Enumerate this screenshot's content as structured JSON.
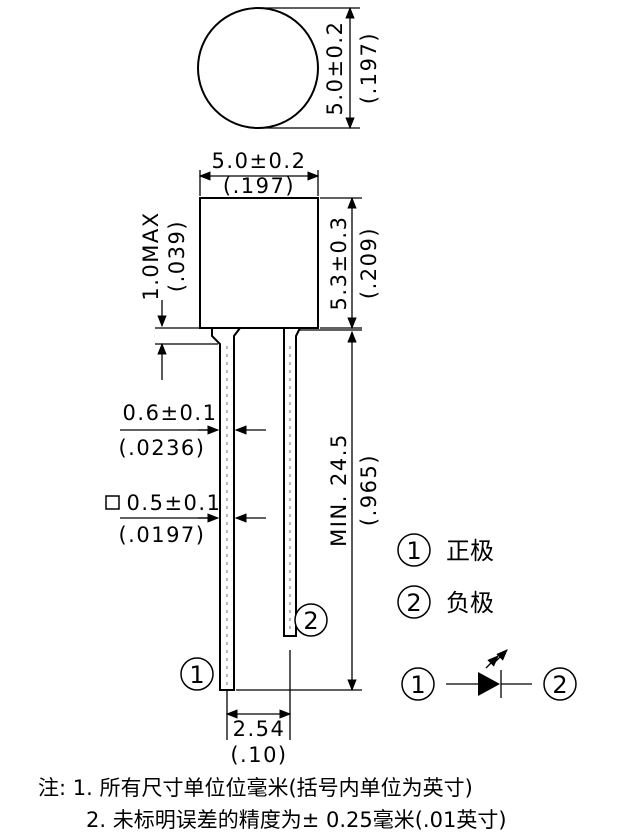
{
  "dimensions": {
    "top_diameter": "5.0±0.2",
    "top_diameter_inch": "(.197)",
    "body_width": "5.0±0.2",
    "body_width_inch": "(.197)",
    "body_height": "5.3±0.3",
    "body_height_inch": "(.209)",
    "flange_max": "1.0MAX",
    "flange_max_inch": "(.039)",
    "lead_thickness": "0.6±0.1",
    "lead_thickness_inch": "(.0236)",
    "lead_square": "0.5±0.1",
    "lead_square_inch": "(.0197)",
    "lead_length": "MIN. 24.5",
    "lead_length_inch": "(.965)",
    "lead_spacing": "2.54",
    "lead_spacing_inch": "(.10)"
  },
  "pins": {
    "pin1_marker": "1",
    "pin2_marker": "2",
    "legend_pin1_marker": "1",
    "legend_pin1_label": "正极",
    "legend_pin2_marker": "2",
    "legend_pin2_label": "负极",
    "symbol_pin1_marker": "1",
    "symbol_pin2_marker": "2"
  },
  "notes": {
    "line1": "注: 1. 所有尺寸单位位毫米(括号内单位为英寸)",
    "line2": "2. 未标明误差的精度为± 0.25毫米(.01英寸)"
  }
}
